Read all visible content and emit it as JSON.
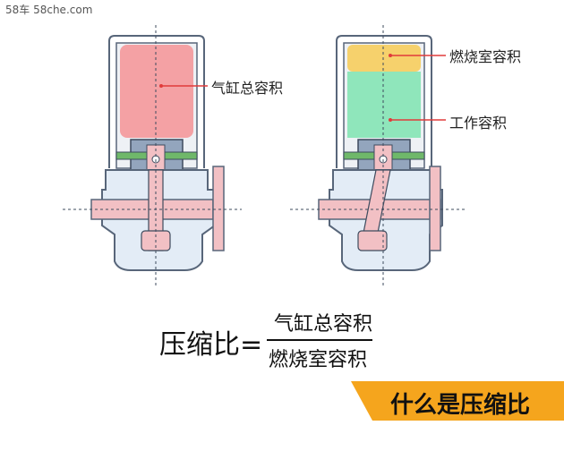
{
  "watermark": "58车  58che.com",
  "diagram": {
    "label_total_volume": "气缸总容积",
    "label_chamber_volume": "燃烧室容积",
    "label_working_volume": "工作容积"
  },
  "formula": {
    "left": "压缩比=",
    "numerator": "气缸总容积",
    "denominator": "燃烧室容积"
  },
  "banner": {
    "text": "什么是压缩比",
    "color": "#f5a51d"
  },
  "colors": {
    "cylinder_total_fill": "#f4a1a4",
    "chamber_fill": "#f6d16c",
    "working_fill": "#8fe6bb",
    "engine_outline": "#58667a",
    "rod_fill": "#f2c0c4",
    "piston_fill": "#93a5bd",
    "ring_fill": "#6fb86a"
  }
}
